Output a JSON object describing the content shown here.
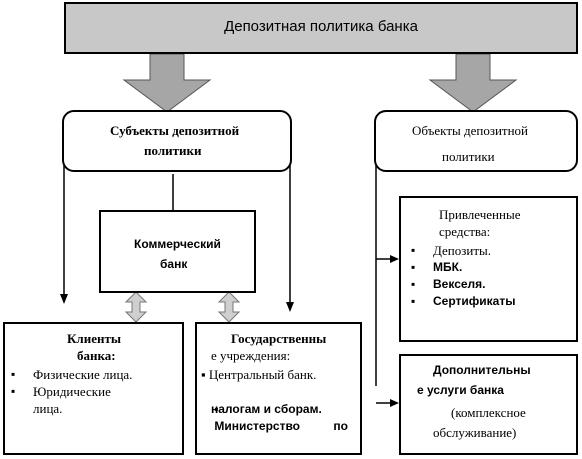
{
  "title": "Депозитная политика банка",
  "subjects": {
    "line1": "Субъекты депозитной",
    "line2": "политики"
  },
  "objects": {
    "line1": "Объекты депозитной",
    "line2": "политики"
  },
  "bank": {
    "line1": "Коммерческий",
    "line2": "банк"
  },
  "clients": {
    "line1": "Клиенты",
    "line2": "банка:",
    "items": [
      "Физические лица.",
      "Юридические",
      "лица."
    ]
  },
  "government": {
    "line1": "Государственны",
    "line2": "е учреждения:",
    "item1": "Центральный банк.",
    "item2_line1": "Министерство          по",
    "item2_line2": "налогам и сборам."
  },
  "attracted": {
    "line1": "Привлеченные",
    "line2": "средства:",
    "items": [
      "Депозиты.",
      "МБК.",
      "Векселя.",
      "Сертификаты"
    ]
  },
  "additional": {
    "line1": "Дополнительны",
    "line2": "е услуги банка",
    "line3": "(комплексное",
    "line4": "обслуживание)"
  },
  "colors": {
    "title_bg": "#c8c8c8",
    "arrow_fill": "#a6a6a6",
    "double_arrow_fill": "#cfcfcf"
  }
}
